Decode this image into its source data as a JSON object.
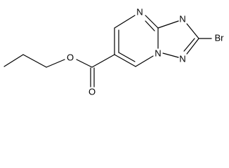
{
  "molecule": {
    "atoms": {
      "o_ether": "O",
      "o_carbonyl": "O",
      "n_top": "N",
      "n_triazole_top": "N",
      "n_bridge": "N",
      "n_triazole_bottom": "N",
      "br": "Br"
    }
  }
}
